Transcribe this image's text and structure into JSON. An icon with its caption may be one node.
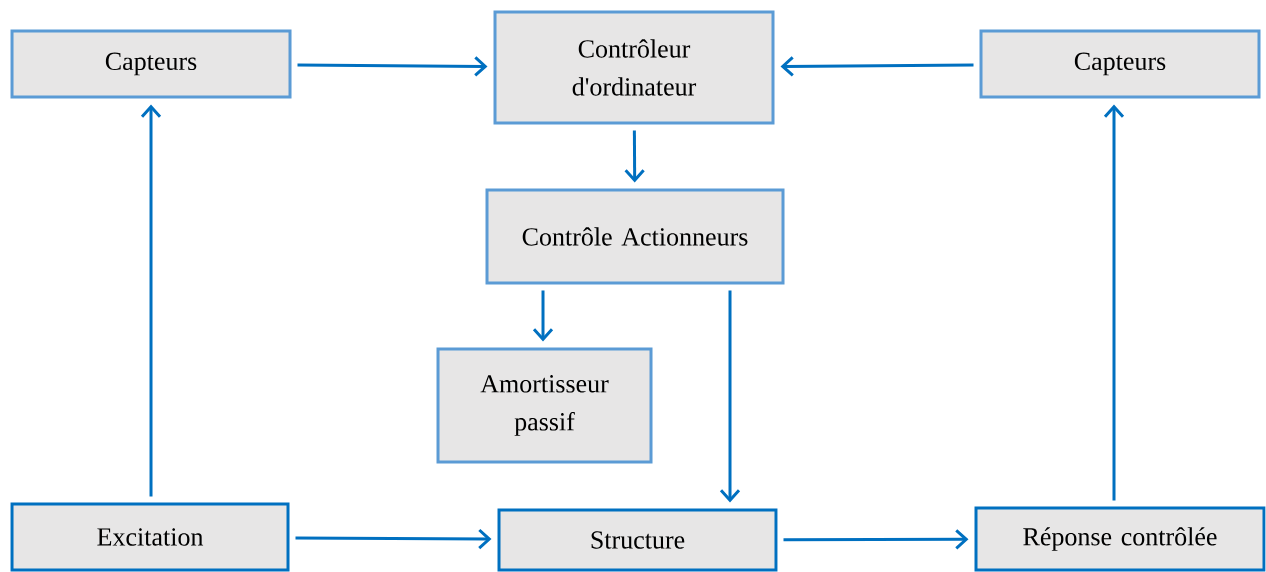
{
  "diagram": {
    "nodes": [
      {
        "text": [
          "Capteurs"
        ]
      },
      {
        "text": [
          "Contrôleur d'ordinateur"
        ]
      },
      {
        "text": [
          "Capteurs"
        ]
      },
      {
        "text": [
          "Contrôle Actionneurs"
        ]
      },
      {
        "text": [
          "Amortisseur passif"
        ]
      },
      {
        "text": [
          "Excitation"
        ]
      },
      {
        "text": [
          "Structure"
        ]
      },
      {
        "text": [
          "Réponse contrôlée"
        ]
      }
    ],
    "edges": [
      {
        "from": 0,
        "to": 1,
        "arrow": "to"
      },
      {
        "from": 2,
        "to": 1,
        "arrow": "to"
      },
      {
        "from": 1,
        "to": 3,
        "arrow": "to"
      },
      {
        "from": 3,
        "to": 4,
        "arrow": "to"
      },
      {
        "from": 3,
        "to": 6,
        "arrow": "to"
      },
      {
        "from": 5,
        "to": 0,
        "arrow": "to"
      },
      {
        "from": 5,
        "to": 6,
        "arrow": "to"
      },
      {
        "from": 6,
        "to": 7,
        "arrow": "to"
      },
      {
        "from": 7,
        "to": 2,
        "arrow": "to"
      }
    ]
  }
}
